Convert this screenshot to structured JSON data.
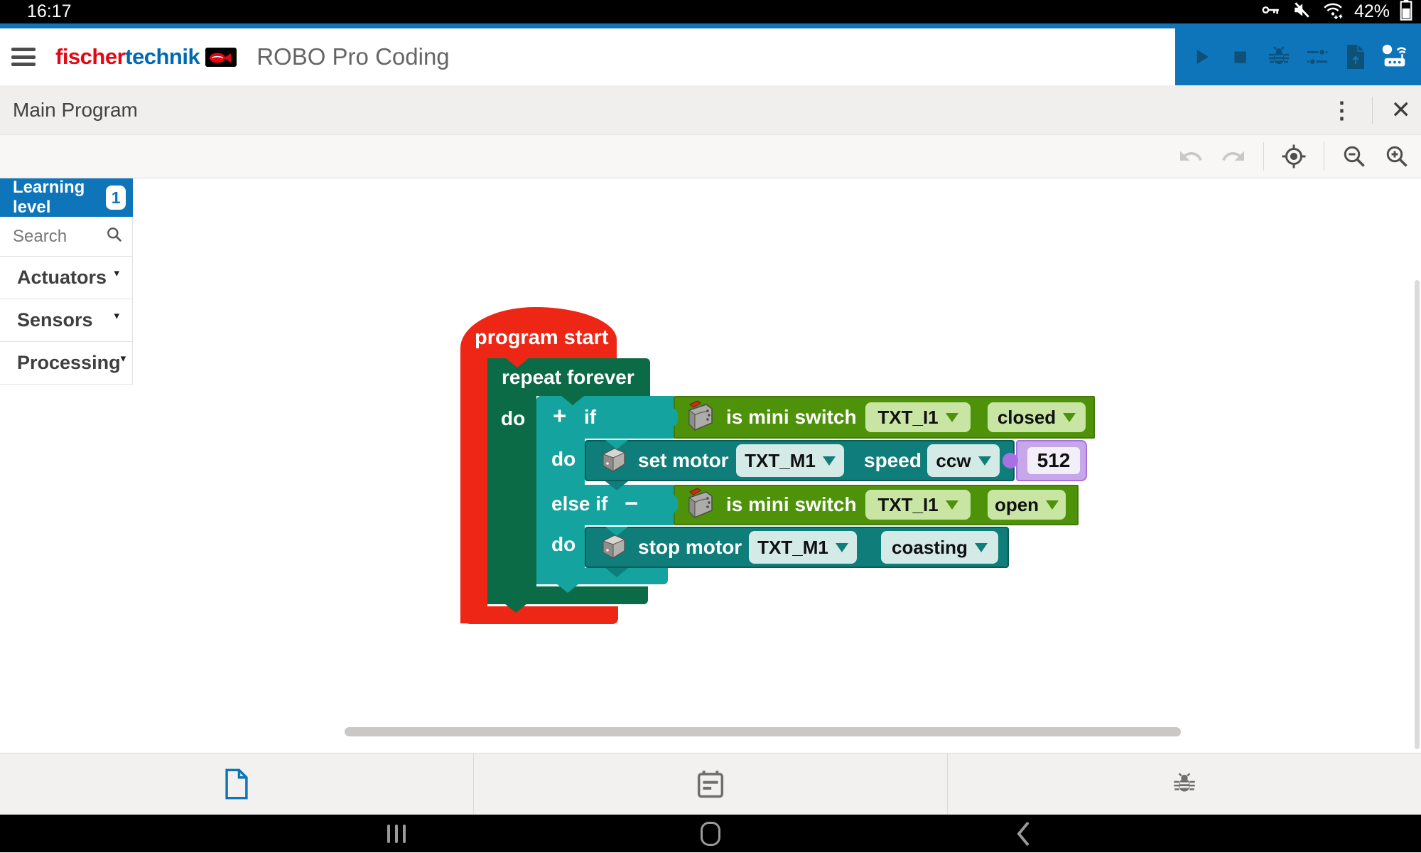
{
  "status_bar": {
    "time": "16:17",
    "battery_percent": "42%"
  },
  "header": {
    "logo": {
      "fischer": "fischer",
      "technik": "technik"
    },
    "app_title": "ROBO Pro Coding",
    "toolbar_icons": [
      "play",
      "stop",
      "debug",
      "tune",
      "file-transfer",
      "controller"
    ]
  },
  "program_bar": {
    "title": "Main Program",
    "menu_icon": "⋮",
    "close_icon": "✕"
  },
  "canvas_toolbar": {
    "icons": [
      "undo",
      "redo",
      "center-view",
      "zoom-out",
      "zoom-in"
    ]
  },
  "sidebar": {
    "learning_level": {
      "label": "Learning level",
      "value": "1"
    },
    "search": {
      "placeholder": "Search"
    },
    "categories": [
      {
        "label": "Actuators",
        "caret": "▾"
      },
      {
        "label": "Sensors",
        "caret": "▾"
      },
      {
        "label": "Processing",
        "caret": "▾"
      }
    ]
  },
  "workspace": {
    "blocks": {
      "program_start": {
        "label": "program start"
      },
      "repeat_forever": {
        "label": "repeat forever",
        "do_label": "do"
      },
      "if_block": {
        "if_label": "if",
        "plus": "+",
        "else_if_label": "else if",
        "minus": "−",
        "do_label": "do"
      },
      "condition_closed": {
        "label": "is mini switch",
        "port": "TXT_I1",
        "state": "closed"
      },
      "condition_open": {
        "label": "is mini switch",
        "port": "TXT_I1",
        "state": "open"
      },
      "set_motor": {
        "label": "set motor",
        "port": "TXT_M1",
        "speed_label": "speed",
        "direction": "ccw",
        "value": "512"
      },
      "stop_motor": {
        "label": "stop motor",
        "port": "TXT_M1",
        "mode": "coasting"
      }
    }
  },
  "colors": {
    "accent_blue": "#0e75ba",
    "block_red": "#ee2616",
    "block_dark_green": "#0b6b46",
    "block_teal": "#14a39e",
    "block_dark_teal": "#0f7d79",
    "block_green": "#4e9209",
    "block_purple": "#a871e3",
    "field_green": "#c9e5a4",
    "field_teal": "#d3eae7",
    "logo_red": "#e30613",
    "logo_blue": "#0069b4"
  }
}
